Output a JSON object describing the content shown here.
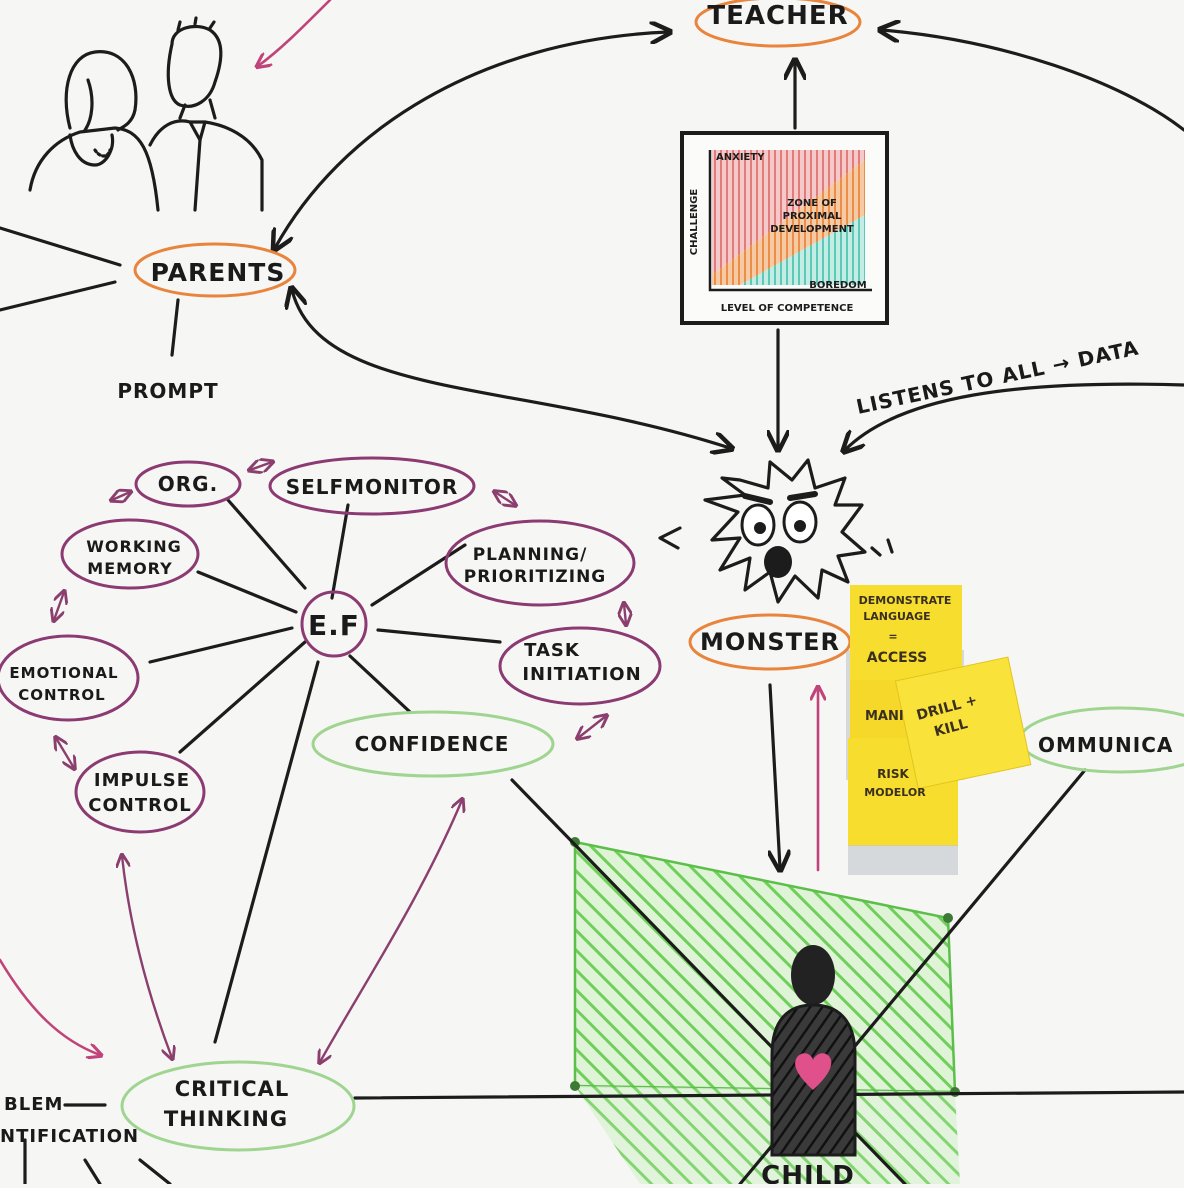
{
  "nodes": {
    "teacher": "TEACHER",
    "parents": "PARENTS",
    "prompt": "PROMPT",
    "listens": "LISTENS TO ALL → DATA",
    "monster": "MONSTER",
    "ef": "E.F",
    "org": "ORG.",
    "selfmonitor": "SELFMONITOR",
    "working_memory": [
      "WORKING",
      "MEMORY"
    ],
    "planning": [
      "PLANNING/",
      "PRIORITIZING"
    ],
    "task_initiation": [
      "TASK",
      "INITIATION"
    ],
    "emotional_control": [
      "EMOTIONAL",
      "CONTROL"
    ],
    "impulse_control": [
      "IMPULSE",
      "CONTROL"
    ],
    "confidence": "CONFIDENCE",
    "communication": "OMMUNICA",
    "critical_thinking": [
      "CRITICAL",
      "THINKING"
    ],
    "problem_identification": [
      "BLEM",
      "NTIFICATION"
    ],
    "child": "CHILD"
  },
  "zpd_chart": {
    "y_axis": "CHALLENGE",
    "x_axis": "LEVEL OF COMPETENCE",
    "anxiety": "ANXIETY",
    "zone": [
      "ZONE OF",
      "PROXIMAL",
      "DEVELOPMENT"
    ],
    "boredom": "BOREDOM"
  },
  "sticky_notes": {
    "note1": [
      "DEMONSTRATE",
      "LANGUAGE",
      "=",
      "ACCESS"
    ],
    "note2": "MANI",
    "note3": [
      "DRILL +",
      "KILL"
    ],
    "note4": [
      "RISK",
      "MODELOR"
    ]
  },
  "colors": {
    "ink": "#1c1c1c",
    "orange_oval": "#e8843c",
    "purple_oval": "#8c3a72",
    "green_oval": "#9fd590",
    "pink_arrow": "#c0447a",
    "sticky_yellow": "#f7dd2e",
    "green_zone": "#6fcf5a"
  }
}
